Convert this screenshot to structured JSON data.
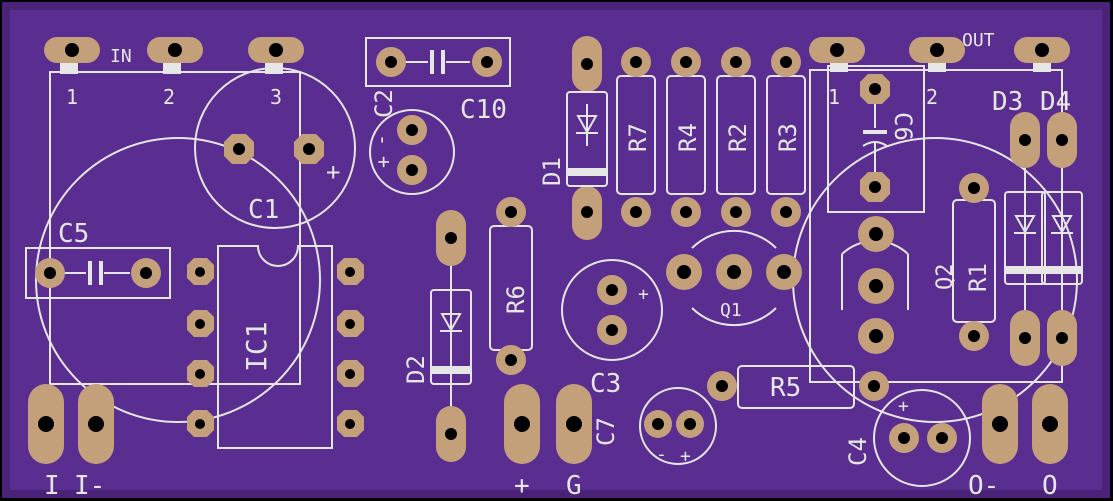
{
  "board": {
    "colors": {
      "substrate": "#5a2d91",
      "outline": "#4a2278",
      "silk": "#e6e6e6",
      "copper": "#c4a07a",
      "drill": "#000000"
    }
  },
  "labels": {
    "in": "IN",
    "out": "OUT",
    "pot_in_pins": [
      "1",
      "2",
      "3"
    ],
    "pot_out_pins": [
      "1",
      "2"
    ],
    "c1": "C1",
    "c1_plus": "+",
    "c10": "C10",
    "c2": "C2",
    "c2_minus": "-",
    "c2_plus": "+",
    "c5": "C5",
    "ic1": "IC1",
    "d1": "D1",
    "d2": "D2",
    "d3": "D3",
    "d4": "D4",
    "r7": "R7",
    "r4": "R4",
    "r2": "R2",
    "r3": "R3",
    "r6": "R6",
    "r5": "R5",
    "r1": "R1",
    "c6": "C6",
    "q1": "Q1",
    "q2": "Q2",
    "c3": "C3",
    "c3_plus": "+",
    "c7": "C7",
    "c7_minus": "-",
    "c7_plus": "+",
    "c4": "C4",
    "c4_plus": "+",
    "bottom": {
      "input_i1": "I",
      "input_i2": "I-",
      "power_plus": "+",
      "power_g": "G",
      "output_o1": "O-",
      "output_o2": "O"
    }
  }
}
